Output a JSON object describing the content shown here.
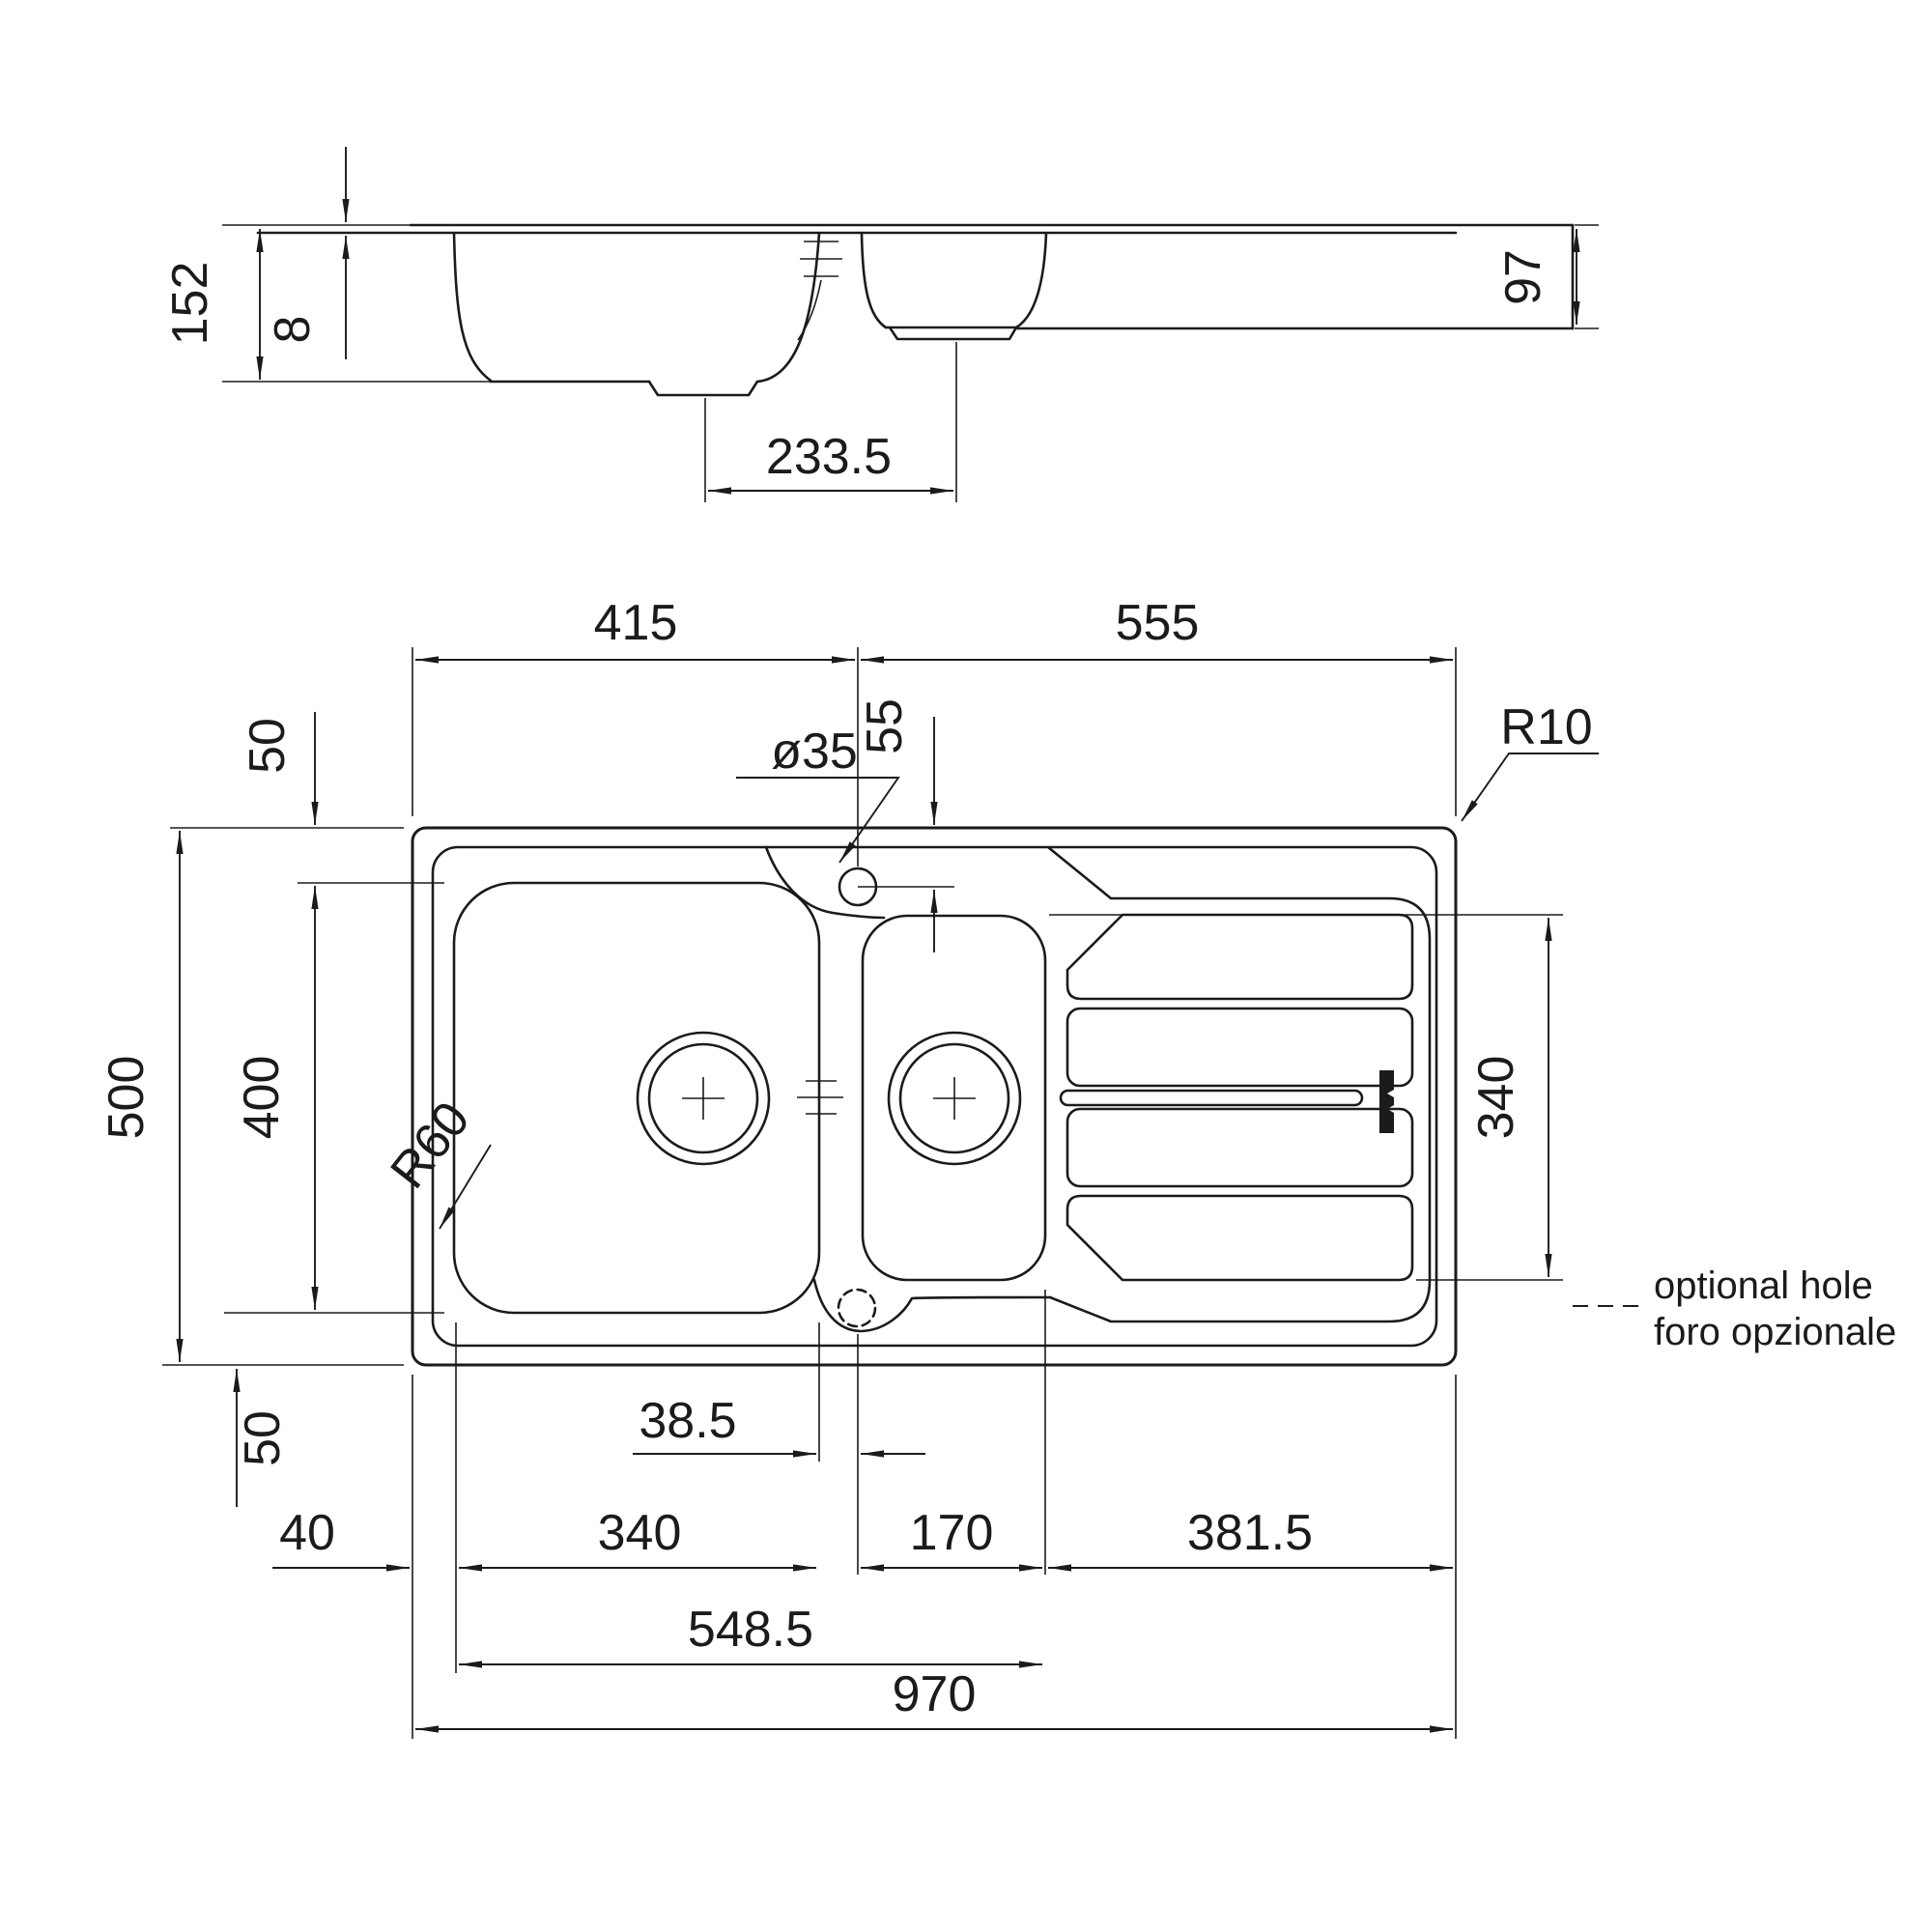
{
  "side_view": {
    "total_depth": "152",
    "rim_height": "8",
    "drain_spacing": "233.5",
    "drainer_depth": "97"
  },
  "plan_view": {
    "left_to_tap": "415",
    "tap_to_right": "555",
    "tap_offset": "55",
    "tap_hole_diameter": "ø35",
    "corner_radius": "R10",
    "top_inset": "50",
    "overall_depth": "500",
    "bowl_depth": "400",
    "bottom_inset": "50",
    "bowl_radius": "R60",
    "drainer_span": "340",
    "left_inset": "40",
    "bowl_width": "340",
    "bowl_to_tap": "38.5",
    "small_bowl_width": "170",
    "drainer_width": "381.5",
    "bowls_span": "548.5",
    "overall_width": "970"
  },
  "legend": {
    "optional_hole_en": "optional hole",
    "optional_hole_it": "foro opzionale"
  },
  "colors": {
    "line": "#1b1b1b",
    "background": "#ffffff"
  }
}
